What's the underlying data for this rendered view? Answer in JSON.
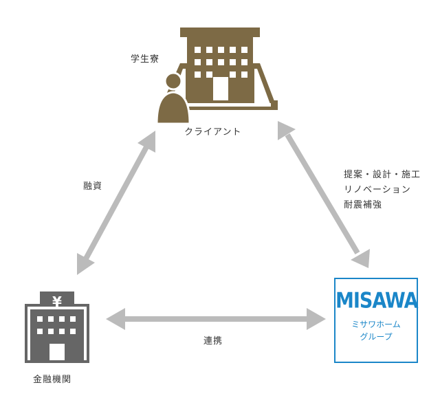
{
  "colors": {
    "building_brown": "#7d6a45",
    "bank_gray": "#666666",
    "arrow_gray": "#bbbbbb",
    "misawa_blue": "#1a86c8",
    "text": "#333333"
  },
  "nodes": {
    "client": {
      "dorm_label": "学生寮",
      "name": "クライアント",
      "icon": "building-person-icon"
    },
    "bank": {
      "name": "金融機関",
      "symbol": "¥",
      "icon": "bank-building-icon"
    },
    "misawa": {
      "logo": "MISAWA",
      "sub_line1": "ミサワホーム",
      "sub_line2": "グループ"
    }
  },
  "edges": {
    "client_bank": {
      "label": "融資"
    },
    "client_misawa": {
      "label_line1": "提案・設計・施工",
      "label_line2": "リノベーション",
      "label_line3": "耐震補強"
    },
    "bank_misawa": {
      "label": "連携"
    }
  }
}
